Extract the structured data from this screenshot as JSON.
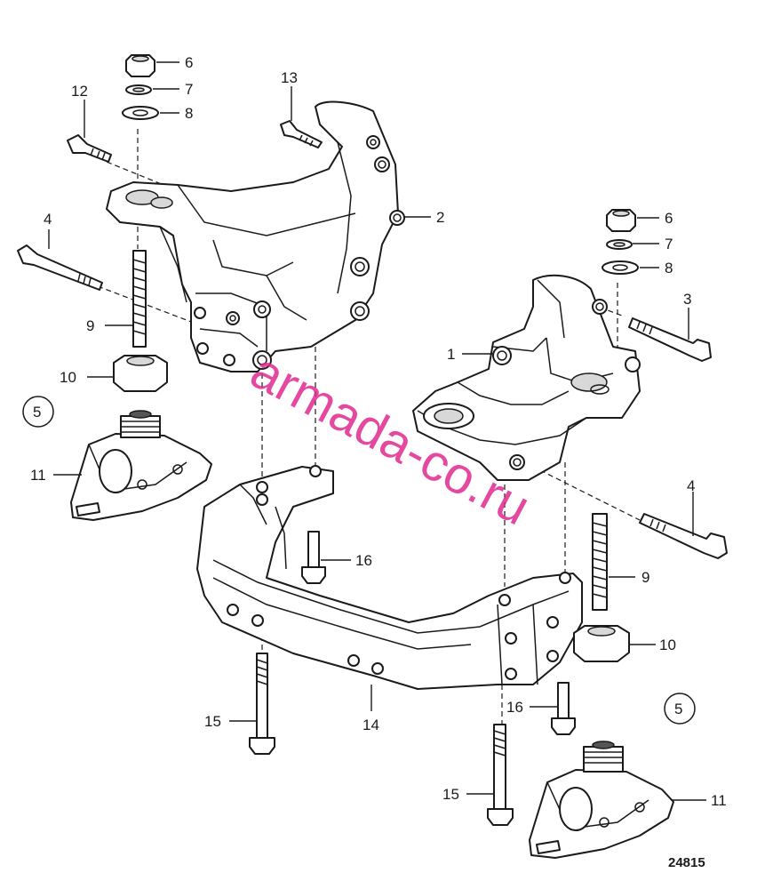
{
  "labels": {
    "p1": "1",
    "p2": "2",
    "p3": "3",
    "p4a": "4",
    "p4b": "4",
    "p5a": "5",
    "p5b": "5",
    "p6a": "6",
    "p6b": "6",
    "p7a": "7",
    "p7b": "7",
    "p8a": "8",
    "p8b": "8",
    "p9a": "9",
    "p9b": "9",
    "p10a": "10",
    "p10b": "10",
    "p11a": "11",
    "p11b": "11",
    "p12": "12",
    "p13": "13",
    "p14": "14",
    "p15a": "15",
    "p15b": "15",
    "p16a": "16",
    "p16b": "16"
  },
  "figure_code": "24815",
  "watermark": "armada-co.ru"
}
